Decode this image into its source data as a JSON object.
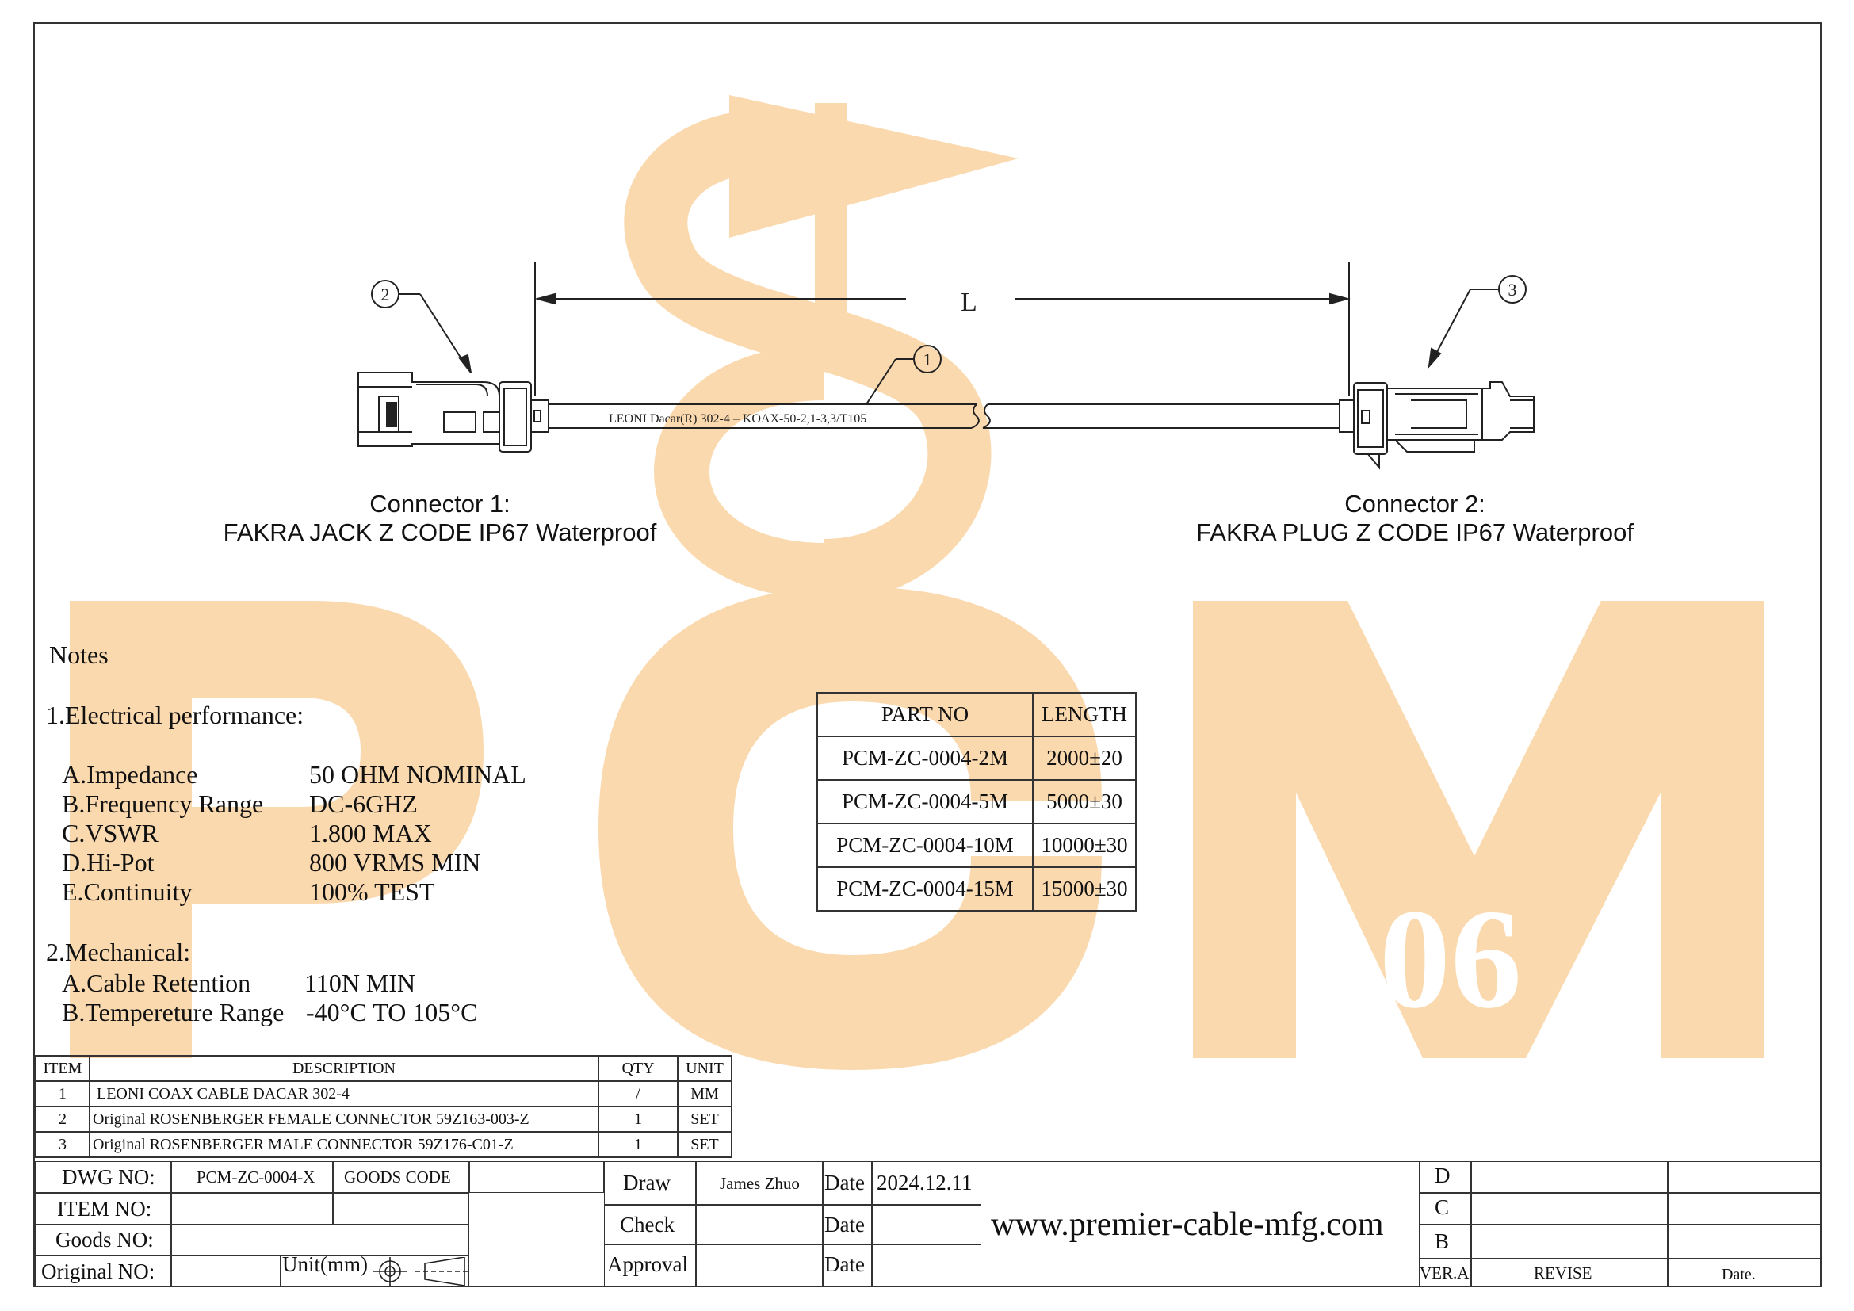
{
  "drawing": {
    "length_label": "L",
    "balloons": [
      "1",
      "2",
      "3"
    ],
    "cable_print": "LEONI Dacar(R) 302-4 – KOAX-50-2,1-3,3/T105",
    "watermark": "PCM",
    "watermark_suffix": "06"
  },
  "connector1": {
    "title": "Connector 1:",
    "desc": "FAKRA JACK Z CODE IP67 Waterproof"
  },
  "connector2": {
    "title": "Connector 2:",
    "desc": "FAKRA PLUG Z CODE IP67 Waterproof"
  },
  "notes": {
    "heading": "Notes",
    "electrical": {
      "title": "1.Electrical performance:",
      "items": [
        {
          "label": "A.Impedance",
          "value": "50 OHM NOMINAL"
        },
        {
          "label": "B.Frequency Range",
          "value": "DC-6GHZ"
        },
        {
          "label": "C.VSWR",
          "value": "1.800 MAX"
        },
        {
          "label": "D.Hi-Pot",
          "value": "800 VRMS MIN"
        },
        {
          "label": "E.Continuity",
          "value": "100% TEST"
        }
      ]
    },
    "mechanical": {
      "title": "2.Mechanical:",
      "items": [
        {
          "label": "A.Cable Retention",
          "value": "110N MIN"
        },
        {
          "label": "B.Tempereture Range",
          "value": "-40°C TO 105°C"
        }
      ]
    }
  },
  "parts_table": {
    "headers": [
      "PART NO",
      "LENGTH"
    ],
    "rows": [
      [
        "PCM-ZC-0004-2M",
        "2000±20"
      ],
      [
        "PCM-ZC-0004-5M",
        "5000±30"
      ],
      [
        "PCM-ZC-0004-10M",
        "10000±30"
      ],
      [
        "PCM-ZC-0004-15M",
        "15000±30"
      ]
    ]
  },
  "bom": {
    "headers": [
      "ITEM",
      "DESCRIPTION",
      "QTY",
      "UNIT"
    ],
    "rows": [
      [
        "1",
        "LEONI COAX CABLE DACAR 302-4",
        "/",
        "MM"
      ],
      [
        "2",
        "Original ROSENBERGER FEMALE CONNECTOR 59Z163-003-Z",
        "1",
        "SET"
      ],
      [
        "3",
        "Original ROSENBERGER MALE CONNECTOR 59Z176-C01-Z",
        "1",
        "SET"
      ]
    ]
  },
  "title_block": {
    "dwg_no_label": "DWG NO:",
    "dwg_no": "PCM-ZC-0004-X",
    "goods_code_label": "GOODS CODE",
    "item_no_label": "ITEM NO:",
    "goods_no_label": "Goods NO:",
    "original_no_label": "Original NO:",
    "unit_label": "Unit(mm)",
    "draw_label": "Draw",
    "drawer": "James Zhuo",
    "check_label": "Check",
    "approval_label": "Approval",
    "date_label": "Date",
    "draw_date": "2024.12.11",
    "url": "www.premier-cable-mfg.com",
    "rev_d": "D",
    "rev_c": "C",
    "rev_b": "B",
    "ver_label": "VER.A",
    "revise_label": "REVISE",
    "date_col_label": "Date."
  }
}
